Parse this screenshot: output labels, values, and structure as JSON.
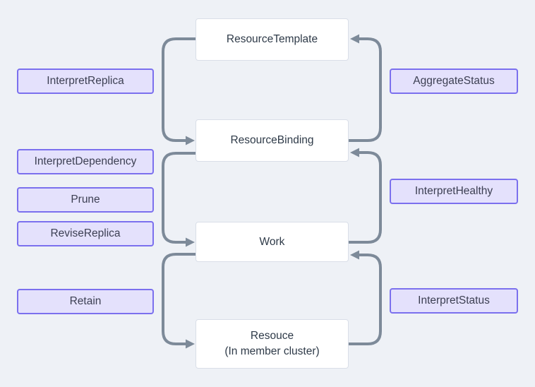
{
  "diagram": {
    "nodes": [
      {
        "id": "resource-template",
        "label": "ResourceTemplate"
      },
      {
        "id": "resource-binding",
        "label": "ResourceBinding"
      },
      {
        "id": "work",
        "label": "Work"
      },
      {
        "id": "resource-member",
        "label": "Resouce",
        "sublabel": "(In member cluster)"
      }
    ],
    "left_operations": [
      {
        "label": "InterpretReplica"
      },
      {
        "label": "InterpretDependency"
      },
      {
        "label": "Prune"
      },
      {
        "label": "ReviseReplica"
      },
      {
        "label": "Retain"
      }
    ],
    "right_operations": [
      {
        "label": "AggregateStatus"
      },
      {
        "label": "InterpretHealthy"
      },
      {
        "label": "InterpretStatus"
      }
    ],
    "edges": [
      {
        "from": "ResourceTemplate",
        "to": "ResourceBinding",
        "side": "left",
        "direction": "down"
      },
      {
        "from": "ResourceBinding",
        "to": "Work",
        "side": "left",
        "direction": "down"
      },
      {
        "from": "Work",
        "to": "Resouce",
        "side": "left",
        "direction": "down"
      },
      {
        "from": "ResourceBinding",
        "to": "ResourceTemplate",
        "side": "right",
        "direction": "up"
      },
      {
        "from": "Work",
        "to": "ResourceBinding",
        "side": "right",
        "direction": "up"
      },
      {
        "from": "Resouce",
        "to": "Work",
        "side": "right",
        "direction": "up"
      }
    ],
    "colors": {
      "background": "#eef1f6",
      "node_fill": "#ffffff",
      "node_border": "#d9dee8",
      "node_text": "#2e3a48",
      "operation_fill": "#e4e1fc",
      "operation_border": "#7b70ee",
      "operation_text": "#3c3f52",
      "arrow": "#7d8a99"
    }
  }
}
